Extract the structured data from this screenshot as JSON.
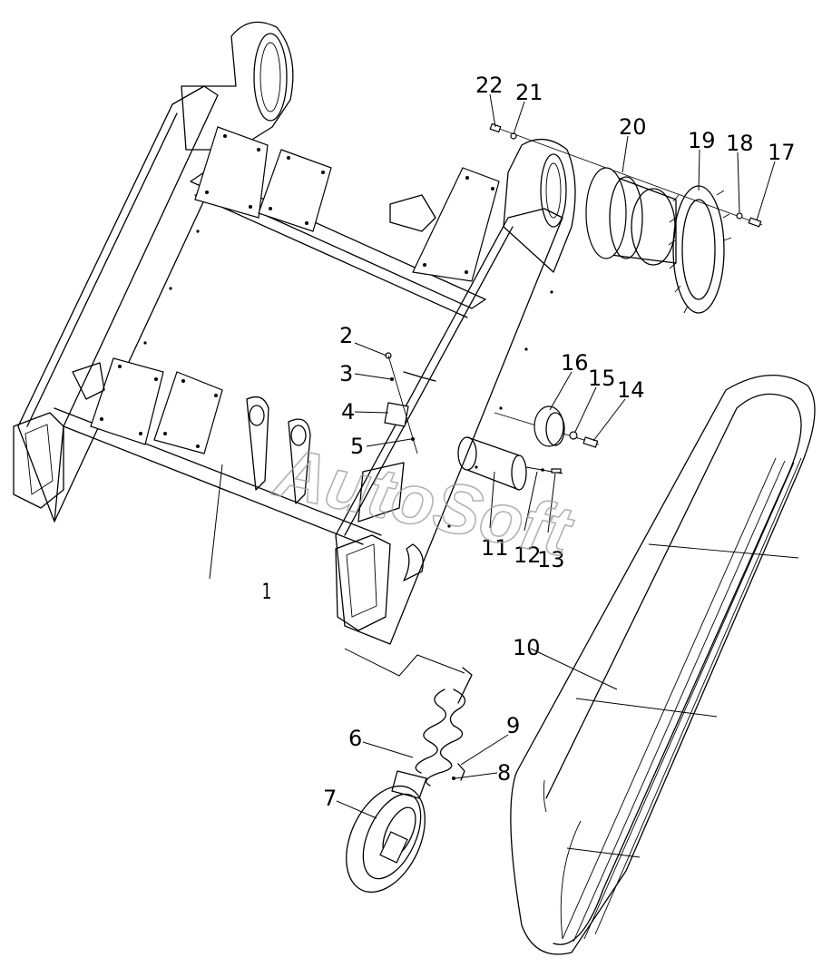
{
  "watermark": "AutoSoft",
  "callouts": [
    {
      "id": "1",
      "label": "1"
    },
    {
      "id": "2",
      "label": "2"
    },
    {
      "id": "3",
      "label": "3"
    },
    {
      "id": "4",
      "label": "4"
    },
    {
      "id": "5",
      "label": "5"
    },
    {
      "id": "6",
      "label": "6"
    },
    {
      "id": "7",
      "label": "7"
    },
    {
      "id": "8",
      "label": "8"
    },
    {
      "id": "9",
      "label": "9"
    },
    {
      "id": "10",
      "label": "10"
    },
    {
      "id": "11",
      "label": "11"
    },
    {
      "id": "12",
      "label": "12"
    },
    {
      "id": "13",
      "label": "13"
    },
    {
      "id": "14",
      "label": "14"
    },
    {
      "id": "15",
      "label": "15"
    },
    {
      "id": "16",
      "label": "16"
    },
    {
      "id": "17",
      "label": "17"
    },
    {
      "id": "18",
      "label": "18"
    },
    {
      "id": "19",
      "label": "19"
    },
    {
      "id": "20",
      "label": "20"
    },
    {
      "id": "21",
      "label": "21"
    },
    {
      "id": "22",
      "label": "22"
    }
  ]
}
